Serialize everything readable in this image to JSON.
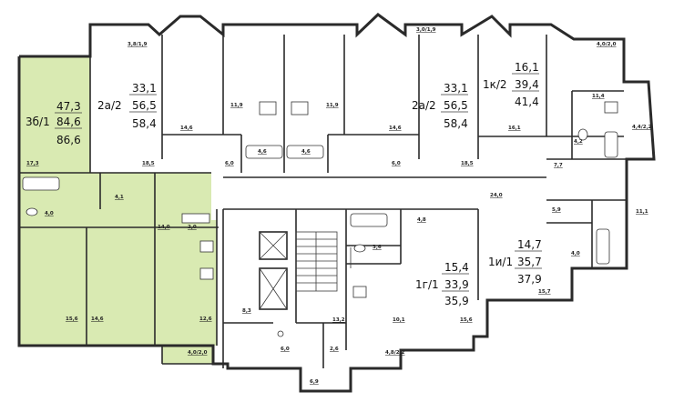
{
  "apartments": [
    {
      "id": "3b1",
      "label": "3б/1",
      "areas": [
        "47,3",
        "84,6",
        "86,6"
      ],
      "highlighted": true
    },
    {
      "id": "2a2-left",
      "label": "2а/2",
      "areas": [
        "33,1",
        "56,5",
        "58,4"
      ],
      "highlighted": false
    },
    {
      "id": "2a2-right",
      "label": "2а/2",
      "areas": [
        "33,1",
        "56,5",
        "58,4"
      ],
      "highlighted": false
    },
    {
      "id": "1k2",
      "label": "1к/2",
      "areas": [
        "16,1",
        "39,4",
        "41,4"
      ],
      "highlighted": false
    },
    {
      "id": "1g1",
      "label": "1г/1",
      "areas": [
        "15,4",
        "33,9",
        "35,9"
      ],
      "highlighted": false
    },
    {
      "id": "1i1",
      "label": "1и/1",
      "areas": [
        "14,7",
        "35,7",
        "37,9"
      ],
      "highlighted": false
    }
  ],
  "room_areas": [
    "3,8/1,9",
    "3,0/1,9",
    "4,0/2,0",
    "11,9",
    "11,9",
    "11,4",
    "14,6",
    "14,6",
    "4,6",
    "4,6",
    "4,4/2,2",
    "16,1",
    "4,2",
    "6,0",
    "6,0",
    "18,5",
    "18,5",
    "17,3",
    "7,7",
    "11,1",
    "4,1",
    "24,0",
    "5,9",
    "4,0",
    "14,0",
    "2,0",
    "4,8",
    "3,6",
    "4,0",
    "15,6",
    "14,6",
    "12,6",
    "8,3",
    "13,2",
    "10,1",
    "15,6",
    "15,7",
    "6,0",
    "2,6",
    "4,0/2,0",
    "4,8/2,2",
    "6,9"
  ],
  "colors": {
    "highlight": "#d9eab2",
    "wall": "#2a2a2a"
  }
}
